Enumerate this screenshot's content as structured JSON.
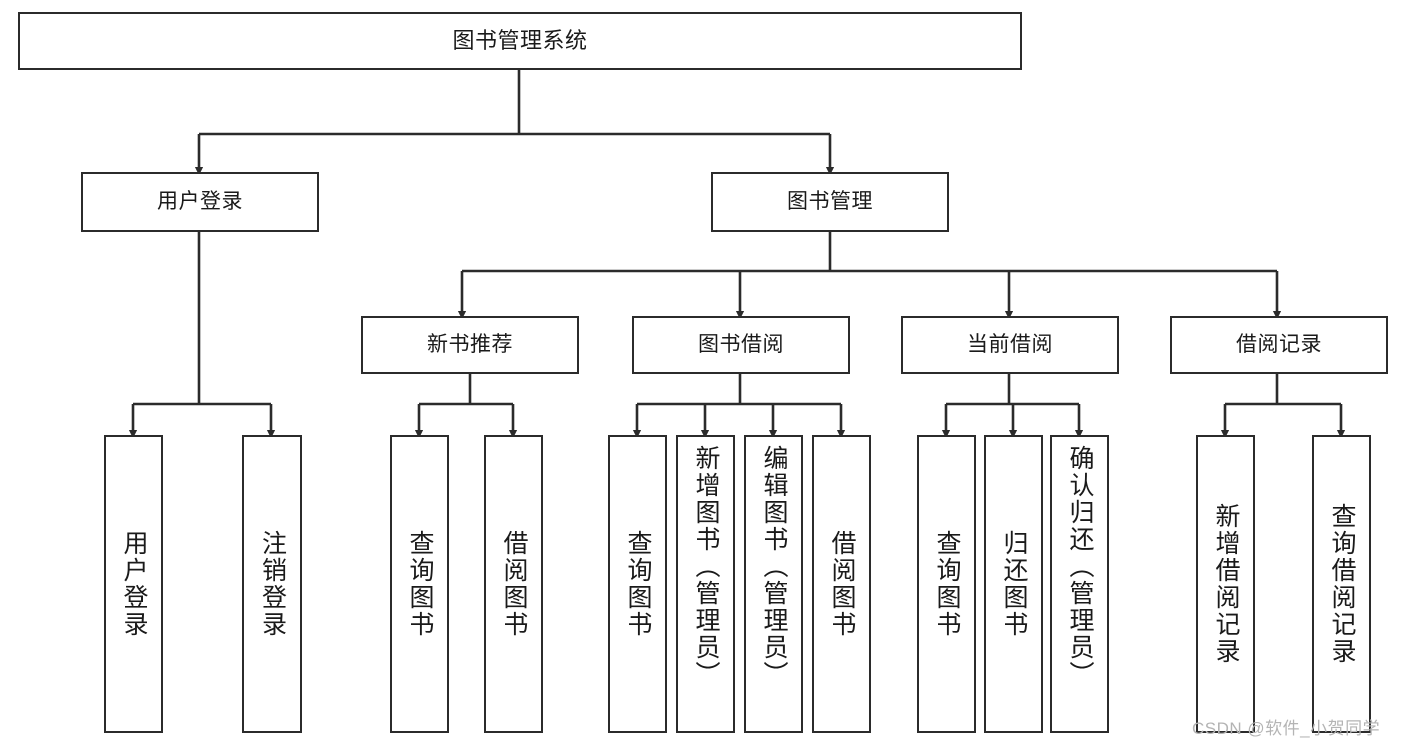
{
  "diagram": {
    "type": "tree-hierarchy",
    "title": "图书管理系统",
    "watermark": "CSDN @软件_小贺同学",
    "colors": {
      "stroke": "#2b2b2b",
      "fill": "#ffffff",
      "text": "#1a1a1a",
      "watermark": "#b4b4b4"
    },
    "levels": [
      {
        "level": 1,
        "nodes": [
          {
            "id": "root",
            "label": "图书管理系统",
            "orientation": "horizontal"
          }
        ]
      },
      {
        "level": 2,
        "nodes": [
          {
            "id": "login",
            "label": "用户登录",
            "orientation": "horizontal",
            "parent": "root"
          },
          {
            "id": "bookmgmt",
            "label": "图书管理",
            "orientation": "horizontal",
            "parent": "root"
          }
        ]
      },
      {
        "level": 3,
        "nodes": [
          {
            "id": "newbook",
            "label": "新书推荐",
            "orientation": "horizontal",
            "parent": "bookmgmt"
          },
          {
            "id": "borrow",
            "label": "图书借阅",
            "orientation": "horizontal",
            "parent": "bookmgmt"
          },
          {
            "id": "current",
            "label": "当前借阅",
            "orientation": "horizontal",
            "parent": "bookmgmt"
          },
          {
            "id": "records",
            "label": "借阅记录",
            "orientation": "horizontal",
            "parent": "bookmgmt"
          }
        ]
      },
      {
        "level": 4,
        "nodes": [
          {
            "id": "leaf-user-login",
            "label": "用户登录",
            "orientation": "vertical",
            "parent": "login"
          },
          {
            "id": "leaf-user-logout",
            "label": "注销登录",
            "orientation": "vertical",
            "parent": "login"
          },
          {
            "id": "leaf-query-book-1",
            "label": "查询图书",
            "orientation": "vertical",
            "parent": "newbook"
          },
          {
            "id": "leaf-borrow-book-1",
            "label": "借阅图书",
            "orientation": "vertical",
            "parent": "newbook"
          },
          {
            "id": "leaf-query-book-2",
            "label": "查询图书",
            "orientation": "vertical",
            "parent": "borrow"
          },
          {
            "id": "leaf-add-book",
            "label": "新增图书（管理员）",
            "orientation": "vertical",
            "parent": "borrow"
          },
          {
            "id": "leaf-edit-book",
            "label": "编辑图书（管理员）",
            "orientation": "vertical",
            "parent": "borrow"
          },
          {
            "id": "leaf-borrow-book-2",
            "label": "借阅图书",
            "orientation": "vertical",
            "parent": "borrow"
          },
          {
            "id": "leaf-query-book-3",
            "label": "查询图书",
            "orientation": "vertical",
            "parent": "current"
          },
          {
            "id": "leaf-return-book",
            "label": "归还图书",
            "orientation": "vertical",
            "parent": "current"
          },
          {
            "id": "leaf-confirm-return",
            "label": "确认归还（管理员）",
            "orientation": "vertical",
            "parent": "current"
          },
          {
            "id": "leaf-add-record",
            "label": "新增借阅记录",
            "orientation": "vertical",
            "parent": "records"
          },
          {
            "id": "leaf-query-record",
            "label": "查询借阅记录",
            "orientation": "vertical",
            "parent": "records"
          }
        ]
      }
    ]
  }
}
